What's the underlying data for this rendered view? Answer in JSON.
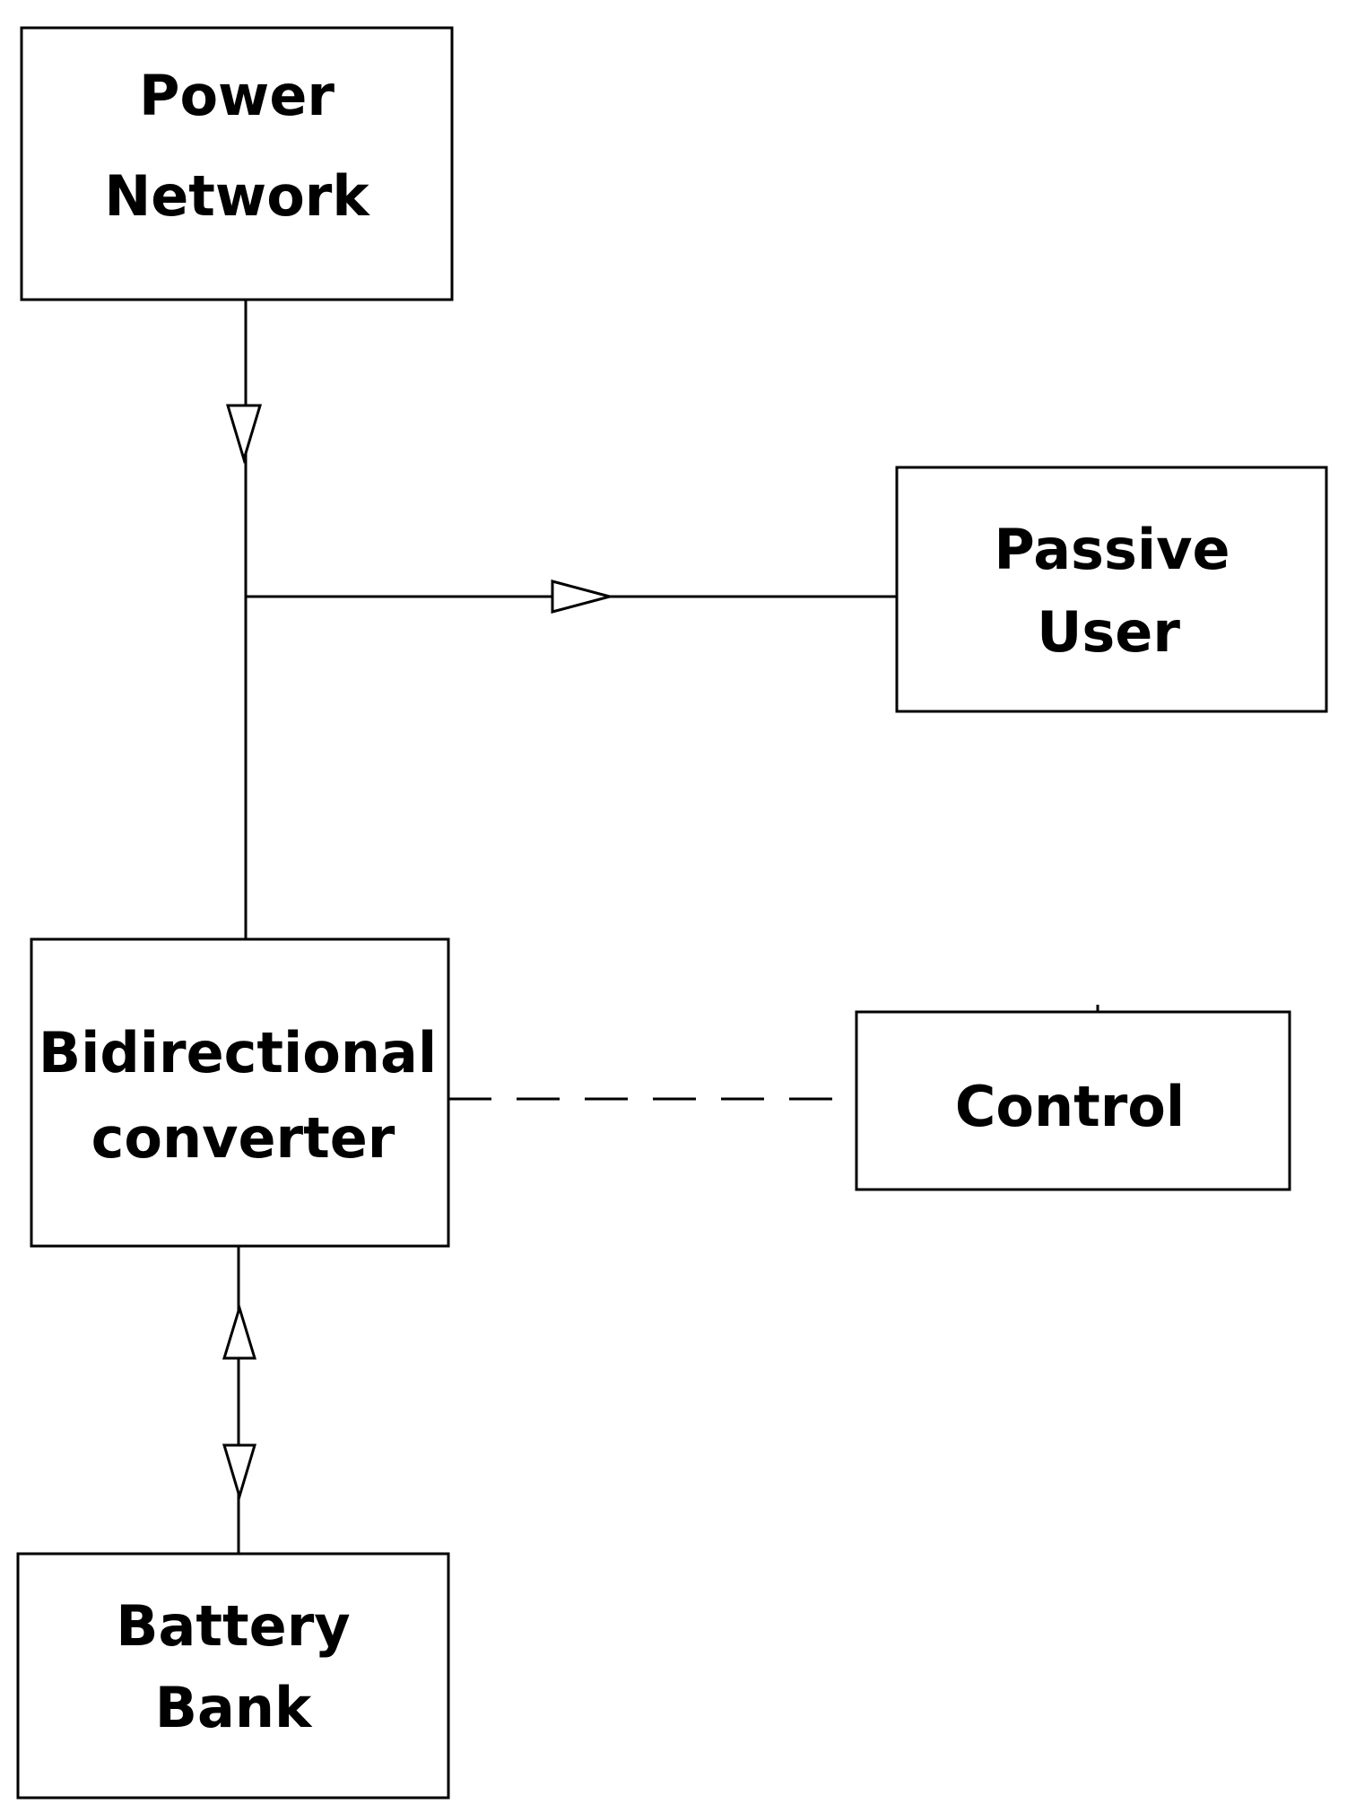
{
  "nodes": {
    "power_network": {
      "line1": "Power",
      "line2": "Network"
    },
    "passive_user": {
      "line1": "Passive",
      "line2": "User"
    },
    "bidirectional_converter": {
      "line1": "Bidirectional",
      "line2": "converter"
    },
    "control": {
      "label": "Control"
    },
    "battery_bank": {
      "line1": "Battery",
      "line2": "Bank"
    }
  },
  "colors": {
    "stroke": "#000000",
    "background": "#ffffff"
  }
}
